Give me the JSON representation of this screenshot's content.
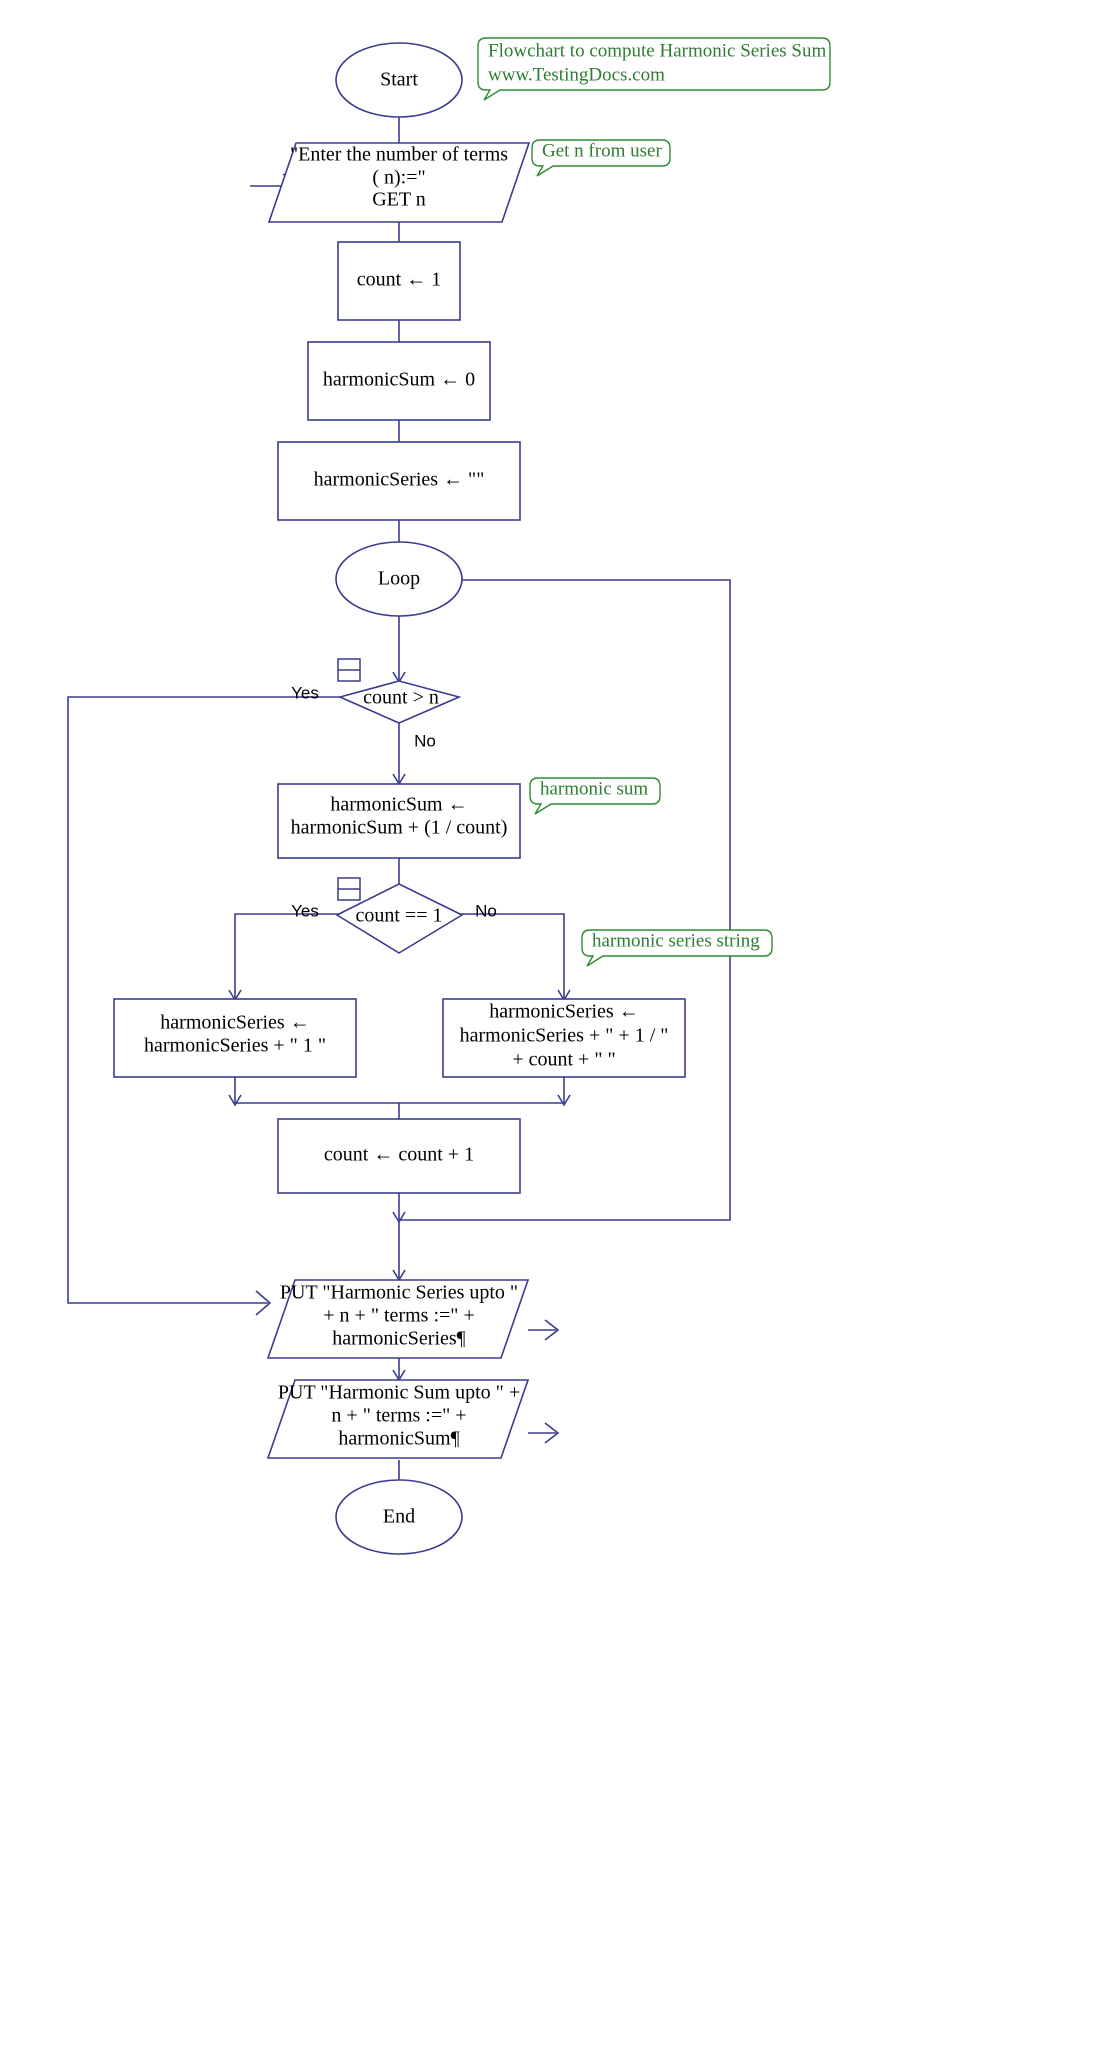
{
  "diagram": {
    "title": "Harmonic Series Sum Flowchart",
    "colors": {
      "shape_stroke": "#3b3b8f",
      "shape_fill": "#ffffff",
      "note_stroke": "#2e8b34",
      "note_text": "#2e7d32",
      "text": "#000000",
      "background": "#ffffff"
    },
    "nodes": {
      "start": {
        "type": "terminator",
        "label": "Start"
      },
      "input_n": {
        "type": "input",
        "lines": [
          "\"Enter the number of terms",
          "( n):=\"",
          "GET n"
        ]
      },
      "count_init": {
        "type": "process",
        "lines": [
          "count ← 1"
        ]
      },
      "sum_init": {
        "type": "process",
        "lines": [
          "harmonicSum ← 0"
        ]
      },
      "series_init": {
        "type": "process",
        "lines": [
          "harmonicSeries ← \"\""
        ]
      },
      "loop": {
        "type": "terminator",
        "label": "Loop"
      },
      "decision_count_gt_n": {
        "type": "decision",
        "label": "count > n"
      },
      "update_sum": {
        "type": "process",
        "lines": [
          "harmonicSum ←",
          "harmonicSum  +  (1 / count)"
        ]
      },
      "decision_count_eq_1": {
        "type": "decision",
        "label": "count == 1"
      },
      "series_first": {
        "type": "process",
        "lines": [
          "harmonicSeries ←",
          "harmonicSeries  +  \" 1 \""
        ]
      },
      "series_next": {
        "type": "process",
        "lines": [
          "harmonicSeries ←",
          "harmonicSeries +  \" +  1 / \"",
          "+   count  +  \" \""
        ]
      },
      "count_inc": {
        "type": "process",
        "lines": [
          "count ← count  +  1"
        ]
      },
      "print_series": {
        "type": "output",
        "lines": [
          "PUT \"Harmonic Series upto \"",
          "+ n + \" terms :=\" +",
          "harmonicSeries¶"
        ]
      },
      "print_sum": {
        "type": "output",
        "lines": [
          "PUT \"Harmonic Sum upto \" +",
          "n + \" terms :=\" +",
          "harmonicSum¶"
        ]
      },
      "end": {
        "type": "terminator",
        "label": "End"
      }
    },
    "branch_labels": {
      "gt_yes": "Yes",
      "gt_no": "No",
      "eq_yes": "Yes",
      "eq_no": "No"
    },
    "notes": [
      {
        "id": "title-note",
        "lines": [
          "Flowchart to compute Harmonic Series Sum",
          "www.TestingDocs.com"
        ]
      },
      {
        "id": "get-n-note",
        "lines": [
          "Get n from user"
        ]
      },
      {
        "id": "harmonic-sum-note",
        "lines": [
          "harmonic sum"
        ]
      },
      {
        "id": "harmonic-series-note",
        "lines": [
          "harmonic series string"
        ]
      }
    ]
  }
}
